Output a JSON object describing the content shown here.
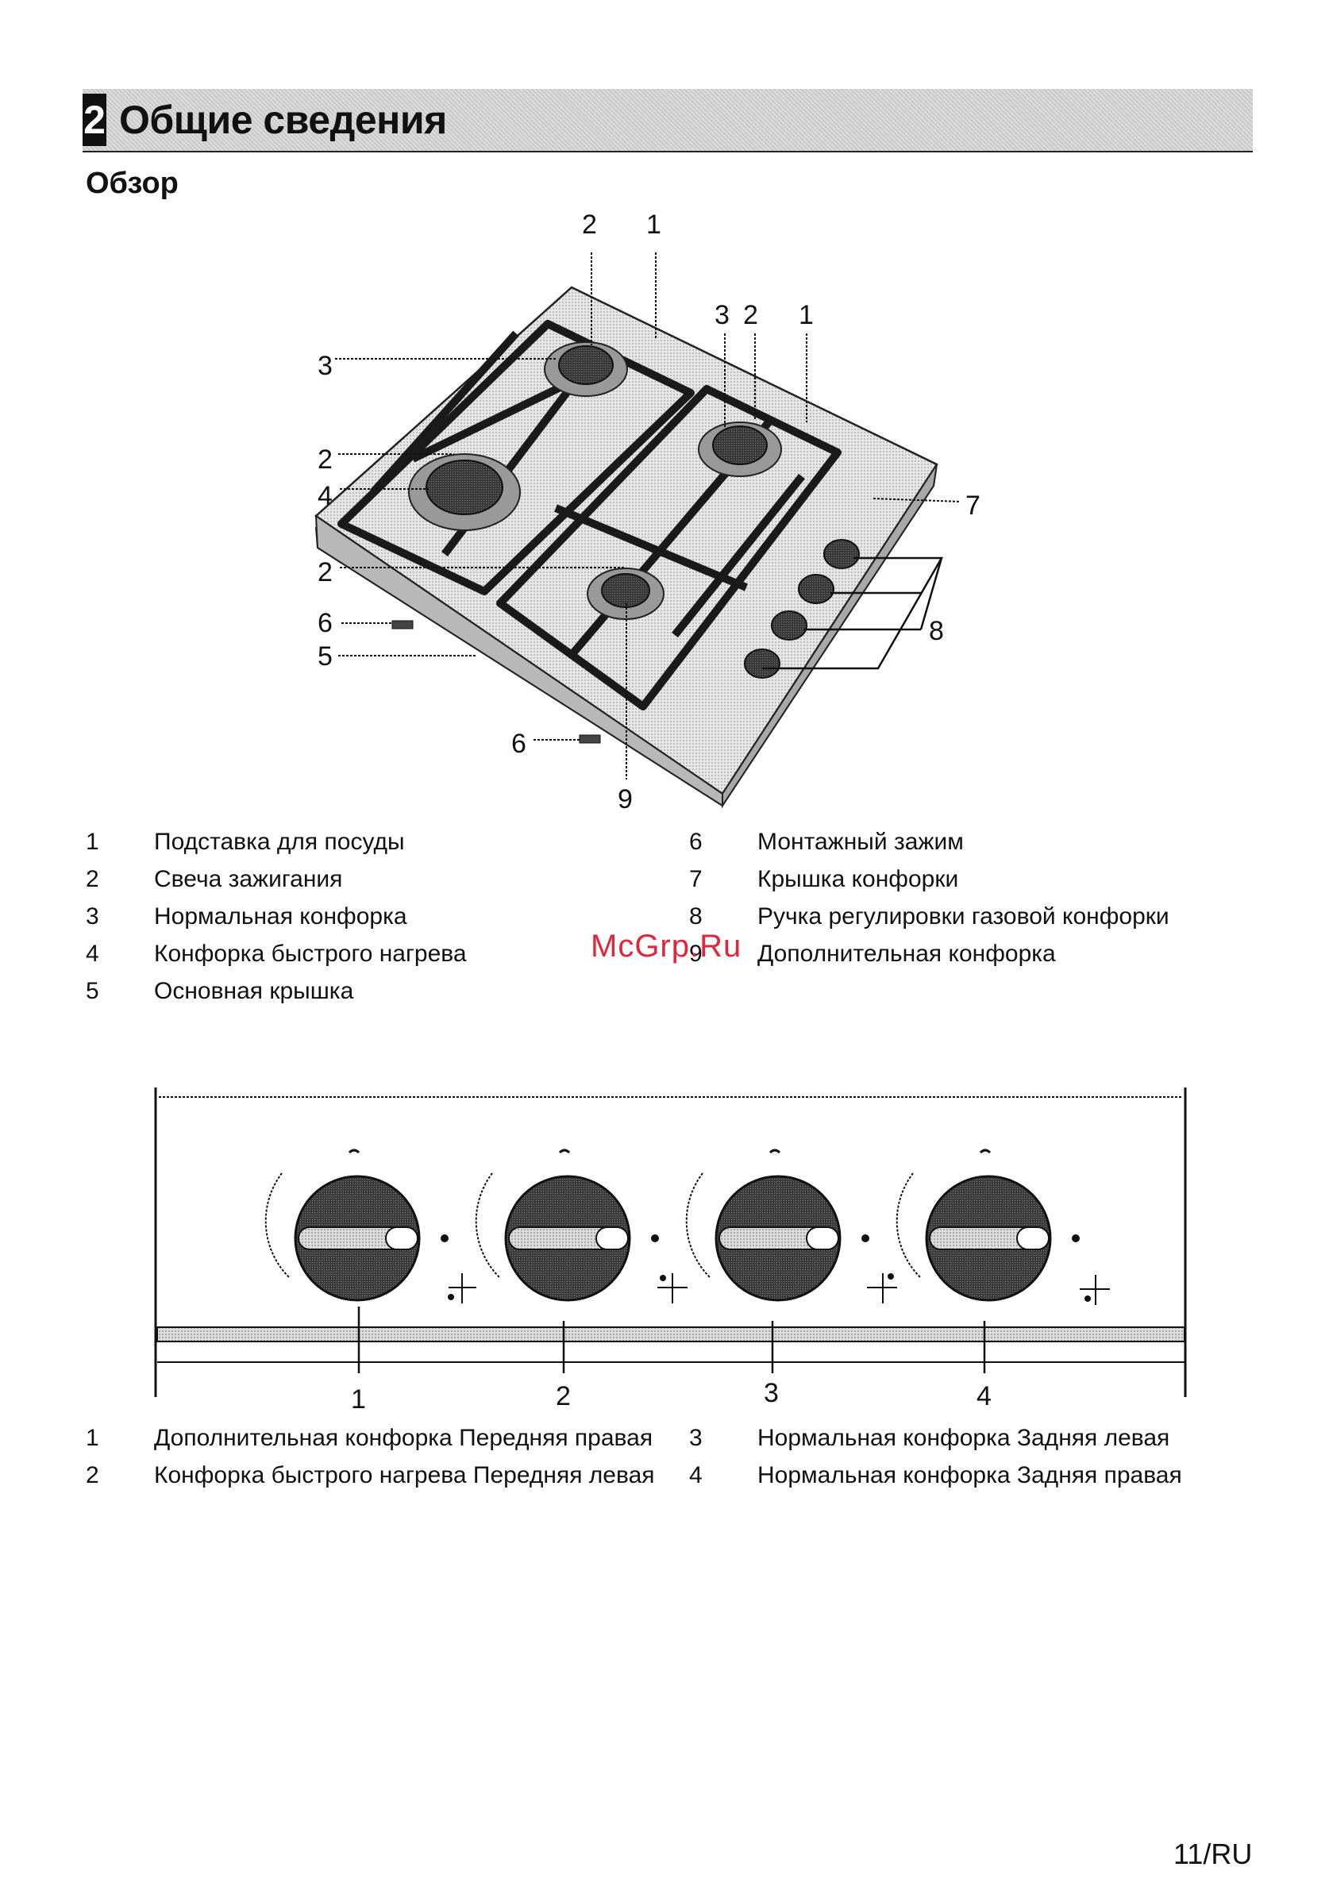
{
  "section": {
    "number": "2",
    "title": "Общие сведения"
  },
  "subheading": "Обзор",
  "hob_callouts": {
    "c1a": "1",
    "c2a": "2",
    "c3a": "3",
    "c2b": "2",
    "c1b": "1",
    "c3b": "3",
    "c2c": "2",
    "c4": "4",
    "c7": "7",
    "c2d": "2",
    "c8": "8",
    "c6a": "6",
    "c5": "5",
    "c6b": "6",
    "c9": "9"
  },
  "legend1": [
    {
      "num": "1",
      "text": "Подставка для посуды"
    },
    {
      "num": "2",
      "text": "Свеча зажигания"
    },
    {
      "num": "3",
      "text": "Нормальная конфорка"
    },
    {
      "num": "4",
      "text": "Конфорка быстрого нагрева"
    },
    {
      "num": "5",
      "text": "Основная крышка"
    },
    {
      "num": "6",
      "text": "Монтажный зажим"
    },
    {
      "num": "7",
      "text": "Крышка конфорки"
    },
    {
      "num": "8",
      "text": "Ручка регулировки газовой конфорки"
    },
    {
      "num": "9",
      "text": "Дополнительная конфорка"
    }
  ],
  "watermark": "McGrp.Ru",
  "knob_callouts": [
    "1",
    "2",
    "3",
    "4"
  ],
  "legend2": [
    {
      "num": "1",
      "text": "Дополнительная конфорка Передняя правая"
    },
    {
      "num": "2",
      "text": "Конфорка быстрого нагрева Передняя левая"
    },
    {
      "num": "3",
      "text": "Нормальная конфорка Задняя левая"
    },
    {
      "num": "4",
      "text": "Нормальная конфорка Задняя правая"
    }
  ],
  "page_number": "11/RU"
}
